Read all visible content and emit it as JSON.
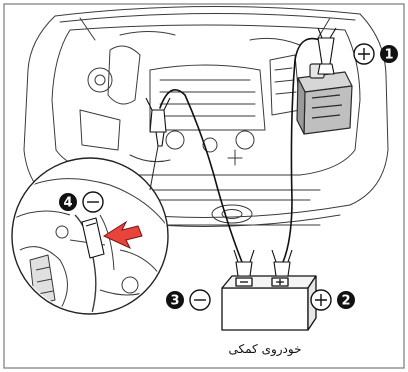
{
  "figure": {
    "callouts": [
      {
        "number": "1",
        "polarity": "+"
      },
      {
        "number": "2",
        "polarity": "+"
      },
      {
        "number": "3",
        "polarity": "−"
      },
      {
        "number": "4",
        "polarity": "−"
      }
    ],
    "booster_label": "خودروی کمکی"
  },
  "colors": {
    "line": "#2a2a2a",
    "shade": "#cfcfcf",
    "accent_arrow": "#e8443c",
    "frame": "#7a7a7a",
    "badge_fill": "#111111",
    "badge_text": "#ffffff"
  }
}
